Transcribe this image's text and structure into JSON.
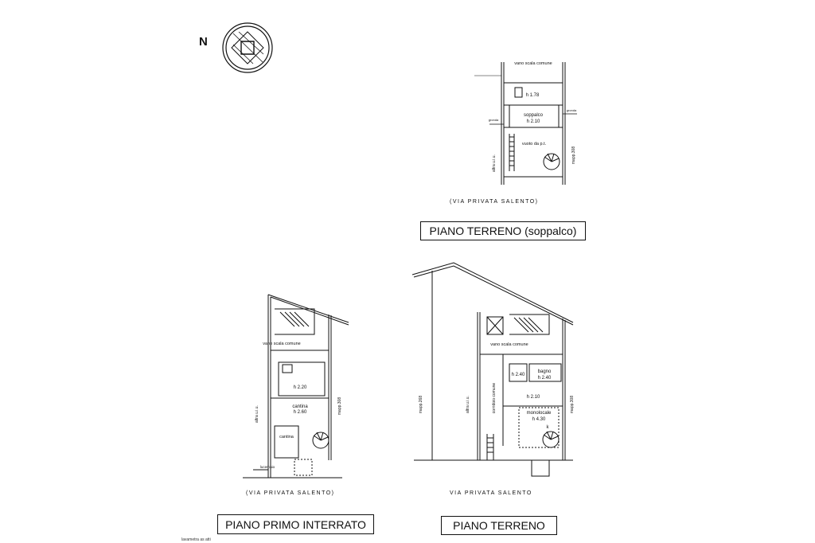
{
  "north_label": "N",
  "floors": {
    "mezzanine": {
      "title": "PIANO TERRENO (soppalco)",
      "street": "(VIA PRIVATA SALENTO)",
      "labels": {
        "stair_common": "vano scala comune",
        "height_1": "h 1.78",
        "loft": "soppalco",
        "loft_h": "h 2.10",
        "void": "vuoto da p.t.",
        "left_wall": "altra u.i.u.",
        "right_wall": "mapp.308",
        "left_note": "gronda",
        "right_note": "gronda"
      }
    },
    "basement": {
      "title": "PIANO PRIMO INTERRATO",
      "street": "(VIA PRIVATA SALENTO)",
      "labels": {
        "stair_common": "vano scala comune",
        "h_220": "h 2.20",
        "cellar": "cantina",
        "cellar_h": "h 2.60",
        "cellar_small": "cantina",
        "left_wall": "altra u.i.u.",
        "right_wall": "mapp.308",
        "intake": "lucernaio"
      }
    },
    "ground": {
      "title": "PIANO TERRENO",
      "street": "VIA PRIVATA SALENTO",
      "labels": {
        "stair_common": "vano scala comune",
        "h_240": "h 2.40",
        "bathroom": "bagno",
        "bathroom_h": "h 2.40",
        "h_210": "h 2.10",
        "studio": "monolocale",
        "studio_h": "h 4.30",
        "corridor": "corridoio comune",
        "left_wall": "altra u.i.u.",
        "right_wall": "mapp.308",
        "far_left": "mapp.268",
        "kitchen": "k"
      }
    }
  },
  "footnote": "lavametra as atti"
}
